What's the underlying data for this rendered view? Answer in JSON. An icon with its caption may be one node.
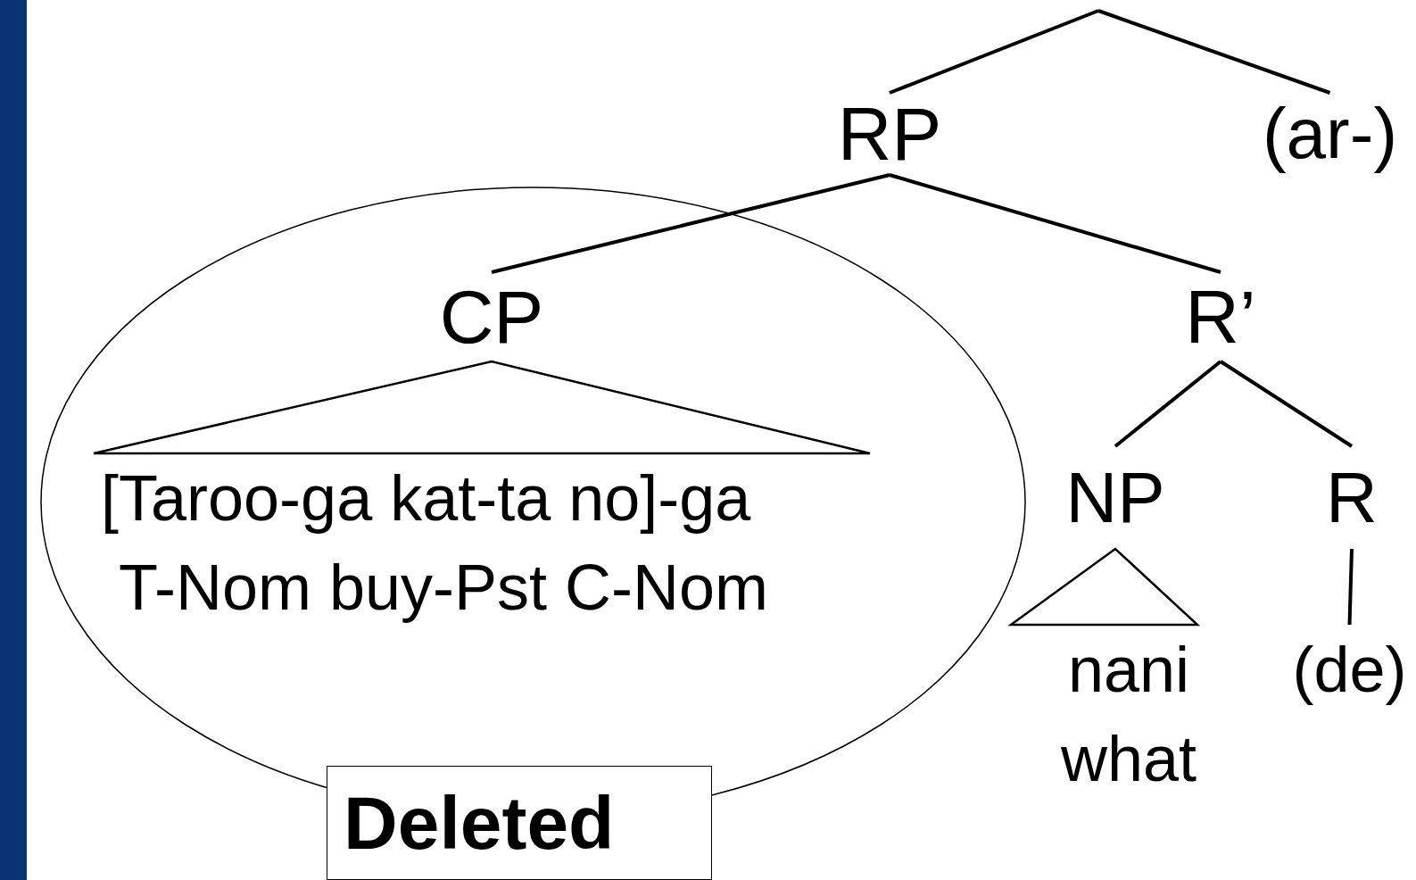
{
  "diagram": {
    "nodes": [
      {
        "text": [
          "RP"
        ]
      },
      {
        "text": [
          "(ar-)"
        ]
      },
      {
        "text": [],
        "shape": "ellipse"
      },
      {
        "text": [
          "CP"
        ],
        "in": 2
      },
      {
        "text": [
          "[Taroo-ga kat-ta no]-ga",
          "T-Nom buy-Pst C-Nom"
        ],
        "in": 2
      },
      {
        "text": [
          "R’"
        ]
      },
      {
        "text": [
          "NP"
        ]
      },
      {
        "text": [
          "R"
        ]
      },
      {
        "text": [
          "nani",
          "what"
        ]
      },
      {
        "text": [
          "(de)"
        ]
      },
      {
        "text": [
          "Deleted"
        ]
      },
      {
        "text": [],
        "shape": "bar"
      }
    ],
    "edges": [
      {
        "from": null,
        "to": 0,
        "arrow": "none"
      },
      {
        "from": null,
        "to": 1,
        "arrow": "none"
      },
      {
        "from": 0,
        "to": 3,
        "arrow": "none"
      },
      {
        "from": 0,
        "to": 5,
        "arrow": "none"
      },
      {
        "from": 3,
        "to": 4,
        "arrow": "none"
      },
      {
        "from": 5,
        "to": 6,
        "arrow": "none"
      },
      {
        "from": 5,
        "to": 7,
        "arrow": "none"
      },
      {
        "from": 6,
        "to": 8,
        "arrow": "none"
      },
      {
        "from": 7,
        "to": 9,
        "arrow": "none"
      }
    ]
  }
}
